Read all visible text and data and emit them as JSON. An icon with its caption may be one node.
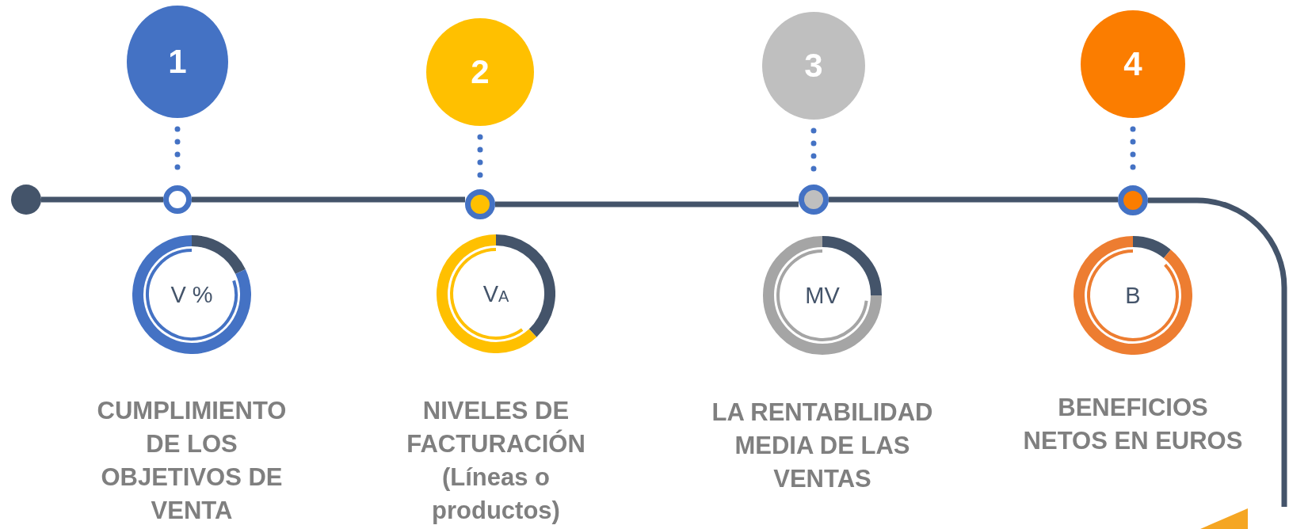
{
  "diagram": {
    "nodes": [
      {
        "text": [
          "1"
        ]
      },
      {
        "text": [
          "2"
        ]
      },
      {
        "text": [
          "3"
        ]
      },
      {
        "text": [
          "4"
        ]
      },
      {
        "text": [],
        "shape": "circle"
      },
      {
        "text": [],
        "shape": "circle"
      },
      {
        "text": [],
        "shape": "circle"
      },
      {
        "text": [],
        "shape": "circle"
      },
      {
        "text": [],
        "shape": "circle"
      },
      {
        "text": [
          "V %"
        ],
        "beside": [
          "CUMPLIMIENTO DE LOS OBJETIVOS DE VENTA"
        ]
      },
      {
        "text": [
          "V$_{A}$"
        ],
        "beside": [
          "NIVELES DE FACTURACIÓN (Líneas o productos)"
        ]
      },
      {
        "text": [
          "MV"
        ],
        "beside": [
          "LA RENTABILIDAD MEDIA DE LAS VENTAS"
        ]
      },
      {
        "text": [
          "B"
        ],
        "beside": [
          "BENEFICIOS NETOS EN EUROS"
        ]
      }
    ],
    "edges": [
      {
        "from": 0,
        "to": 5,
        "arrow": "none",
        "style": "dashed",
        "color": "#4472c4"
      },
      {
        "from": 1,
        "to": 6,
        "arrow": "none",
        "style": "dashed",
        "color": "#4472c4"
      },
      {
        "from": 2,
        "to": 7,
        "arrow": "none",
        "style": "dashed",
        "color": "#4472c4"
      },
      {
        "from": 3,
        "to": 8,
        "arrow": "none",
        "style": "dashed",
        "color": "#4472c4"
      },
      {
        "from": 4,
        "to": 5,
        "arrow": "none"
      },
      {
        "from": 5,
        "to": 6,
        "arrow": "none"
      },
      {
        "from": 6,
        "to": 7,
        "arrow": "none"
      },
      {
        "from": 7,
        "to": 8,
        "arrow": "none"
      },
      {
        "from": 8,
        "to": null,
        "arrow": "none"
      }
    ]
  }
}
